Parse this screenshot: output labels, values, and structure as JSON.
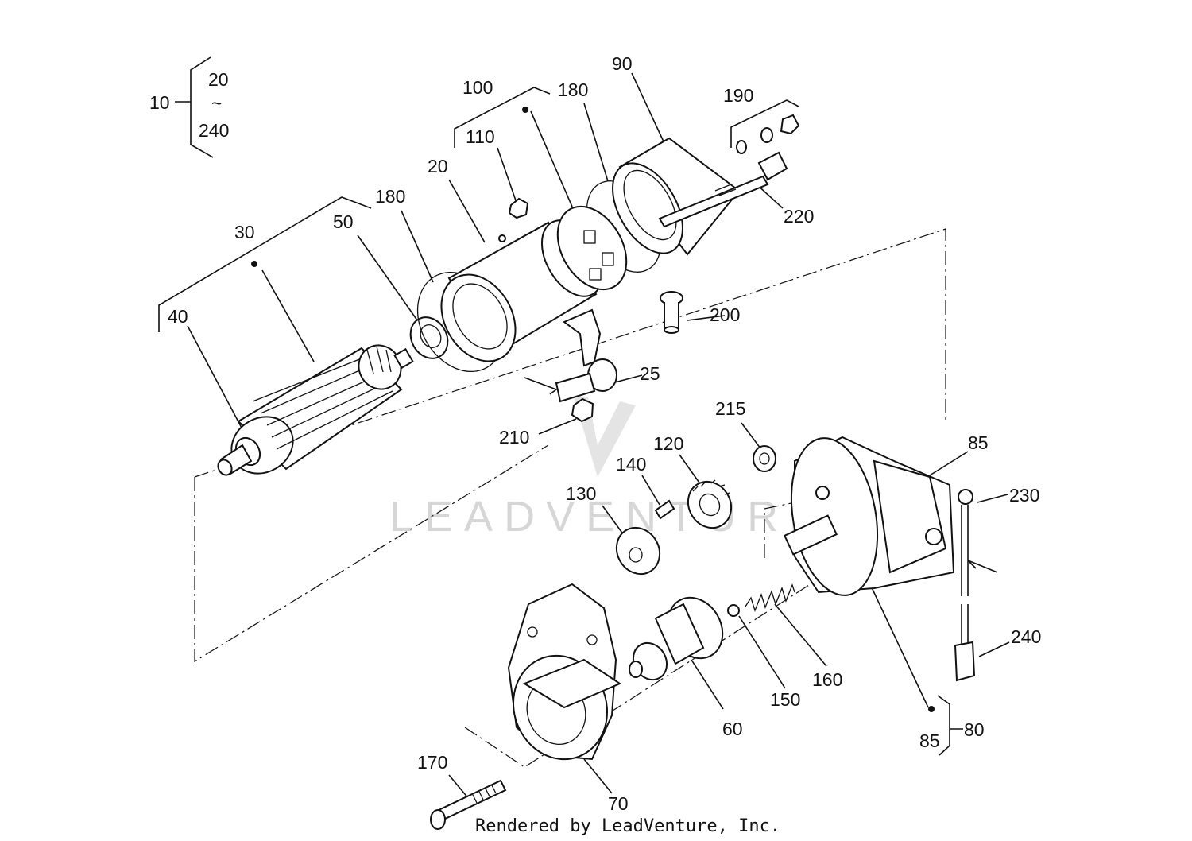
{
  "diagram": {
    "watermark": "LEADVENTURE",
    "credit": "Rendered by LeadVenture, Inc.",
    "legend": {
      "assembly": "10",
      "from": "20",
      "tilde": "~",
      "to": "240"
    },
    "labels": {
      "p20a": "20",
      "p100": "100",
      "p180a": "180",
      "p90": "90",
      "p190": "190",
      "p110": "110",
      "p20b": "20",
      "p220": "220",
      "p180b": "180",
      "p30": "30",
      "p50": "50",
      "p40": "40",
      "p200": "200",
      "p25": "25",
      "p215": "215",
      "p210": "210",
      "p120": "120",
      "p85a": "85",
      "p140": "140",
      "p230": "230",
      "p130": "130",
      "p240": "240",
      "p160": "160",
      "p150": "150",
      "p60": "60",
      "p80": "80",
      "p85b": "85",
      "p170": "170",
      "p70": "70"
    }
  }
}
